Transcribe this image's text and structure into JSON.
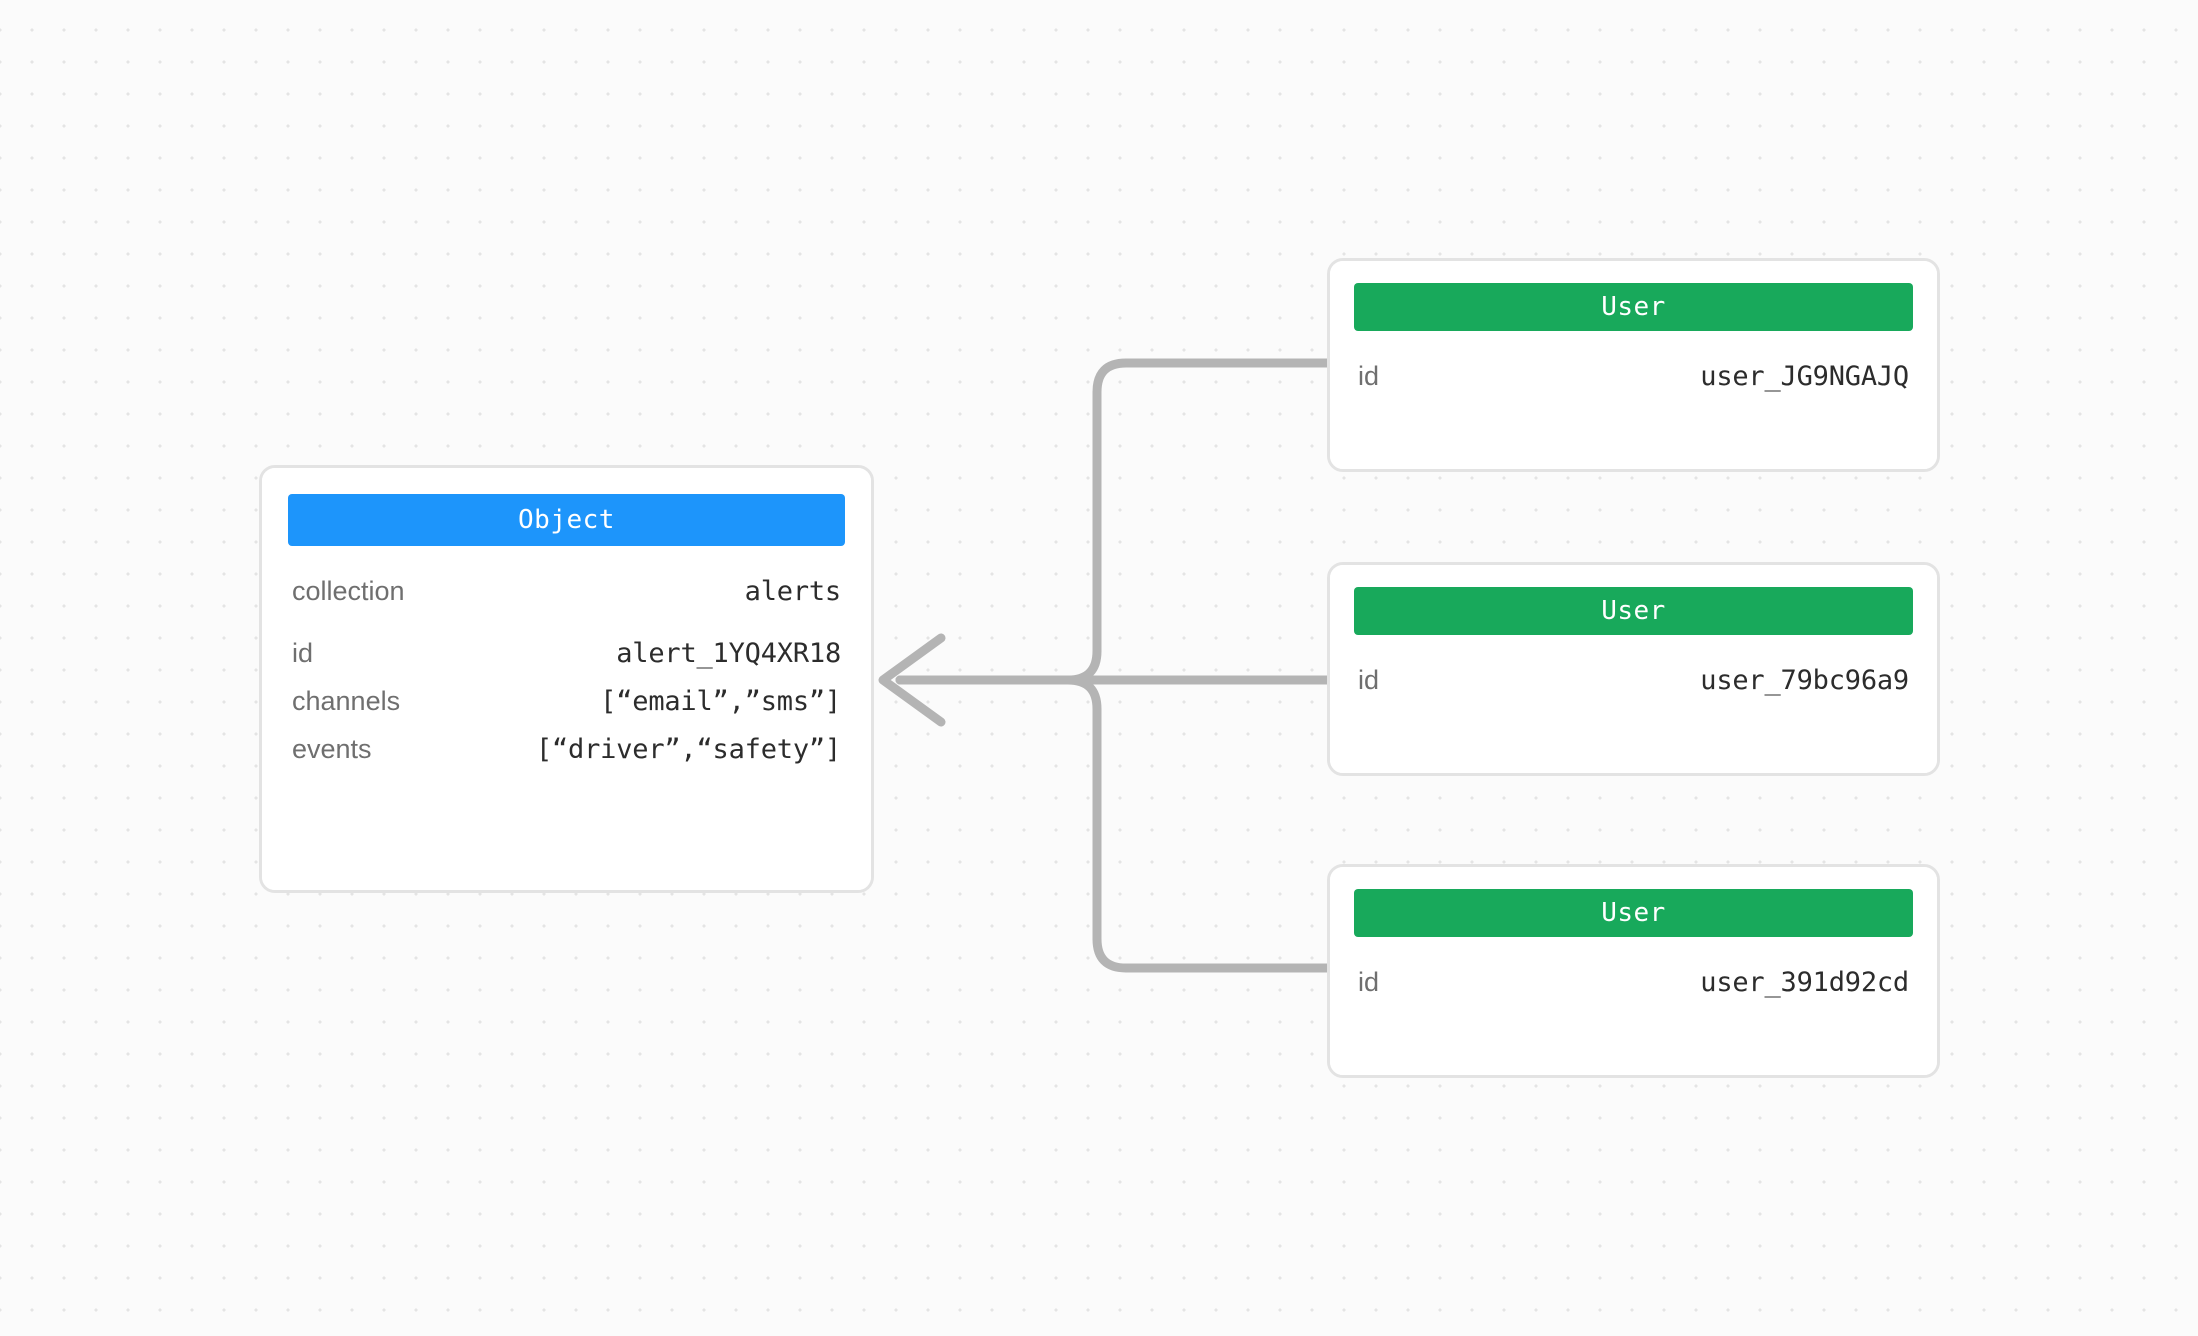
{
  "canvas": {
    "background_color": "#fbfbfb",
    "dot_color": "#e4e4e4",
    "edge_color": "#b4b4b4",
    "card_border_color": "#e3e3e3"
  },
  "object_node": {
    "header": {
      "label": "Object",
      "color": "#1d95fb"
    },
    "primary_rows": [
      {
        "key": "collection",
        "value": "alerts"
      }
    ],
    "rows": [
      {
        "key": "id",
        "value": "alert_1YQ4XR18"
      },
      {
        "key": "channels",
        "value": "[“email”,”sms”]"
      },
      {
        "key": "events",
        "value": "[“driver”,“safety”]"
      }
    ]
  },
  "user_nodes": [
    {
      "header": {
        "label": "User",
        "color": "#18a95b"
      },
      "rows": [
        {
          "key": "id",
          "value": "user_JG9NGAJQ"
        }
      ]
    },
    {
      "header": {
        "label": "User",
        "color": "#18a95b"
      },
      "rows": [
        {
          "key": "id",
          "value": "user_79bc96a9"
        }
      ]
    },
    {
      "header": {
        "label": "User",
        "color": "#18a95b"
      },
      "rows": [
        {
          "key": "id",
          "value": "user_391d92cd"
        }
      ]
    }
  ],
  "edges": [
    {
      "from": "user_JG9NGAJQ",
      "to": "alert_1YQ4XR18",
      "arrow": "left"
    },
    {
      "from": "user_79bc96a9",
      "to": "alert_1YQ4XR18",
      "arrow": "left"
    },
    {
      "from": "user_391d92cd",
      "to": "alert_1YQ4XR18",
      "arrow": "left"
    }
  ]
}
